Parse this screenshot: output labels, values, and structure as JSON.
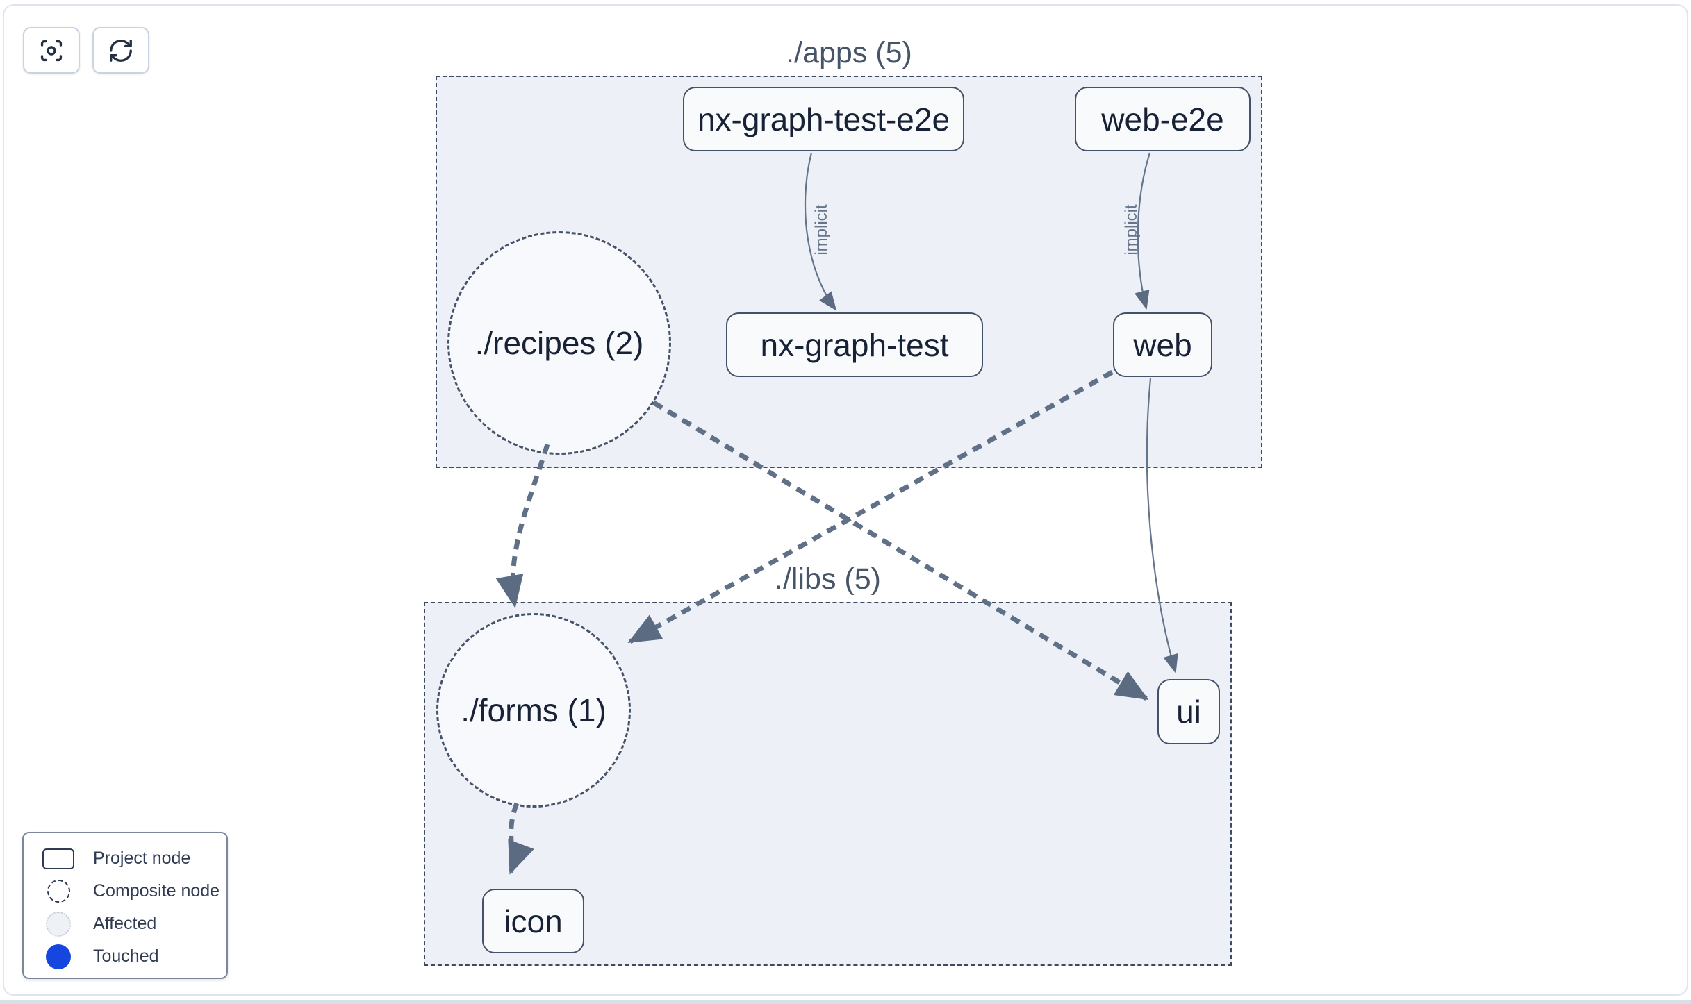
{
  "toolbar": {
    "buttons": [
      {
        "icon": "focus-icon"
      },
      {
        "icon": "refresh-icon"
      }
    ]
  },
  "groups": [
    {
      "id": "apps",
      "label": "./apps (5)"
    },
    {
      "id": "libs",
      "label": "./libs (5)"
    }
  ],
  "nodes": {
    "project": [
      {
        "label": "nx-graph-test-e2e",
        "group": "./apps (5)"
      },
      {
        "label": "web-e2e",
        "group": "./apps (5)"
      },
      {
        "label": "nx-graph-test",
        "group": "./apps (5)"
      },
      {
        "label": "web",
        "group": "./apps (5)"
      },
      {
        "label": "ui",
        "group": "./libs (5)"
      },
      {
        "label": "icon",
        "group": "./libs (5)"
      }
    ],
    "composite": [
      {
        "label": "./recipes (2)",
        "group": "./apps (5)"
      },
      {
        "label": "./forms (1)",
        "group": "./libs (5)"
      }
    ]
  },
  "edges": [
    {
      "from": "nx-graph-test-e2e",
      "to": "nx-graph-test",
      "label": "implicit",
      "style": "solid"
    },
    {
      "from": "web-e2e",
      "to": "web",
      "label": "implicit",
      "style": "solid"
    },
    {
      "from": "web",
      "to": "ui",
      "label": "",
      "style": "solid"
    },
    {
      "from": "./recipes (2)",
      "to": "./forms (1)",
      "label": "",
      "style": "dashed"
    },
    {
      "from": "./recipes (2)",
      "to": "ui",
      "label": "",
      "style": "dashed"
    },
    {
      "from": "web",
      "to": "./forms (1)",
      "label": "",
      "style": "dashed"
    },
    {
      "from": "./forms (1)",
      "to": "icon",
      "label": "",
      "style": "dashed"
    }
  ],
  "legend": {
    "items": [
      {
        "symbol": "project-node-symbol",
        "label": "Project node"
      },
      {
        "symbol": "composite-node-symbol",
        "label": "Composite node"
      },
      {
        "symbol": "affected-symbol",
        "label": "Affected"
      },
      {
        "symbol": "touched-symbol",
        "label": "Touched"
      }
    ]
  },
  "colors": {
    "touched_blue": "#1646e0",
    "group_fill": "#edf1f7",
    "node_border": "#44516b",
    "edge": "#5f7087",
    "canvas_border": "#dfe4f0"
  }
}
